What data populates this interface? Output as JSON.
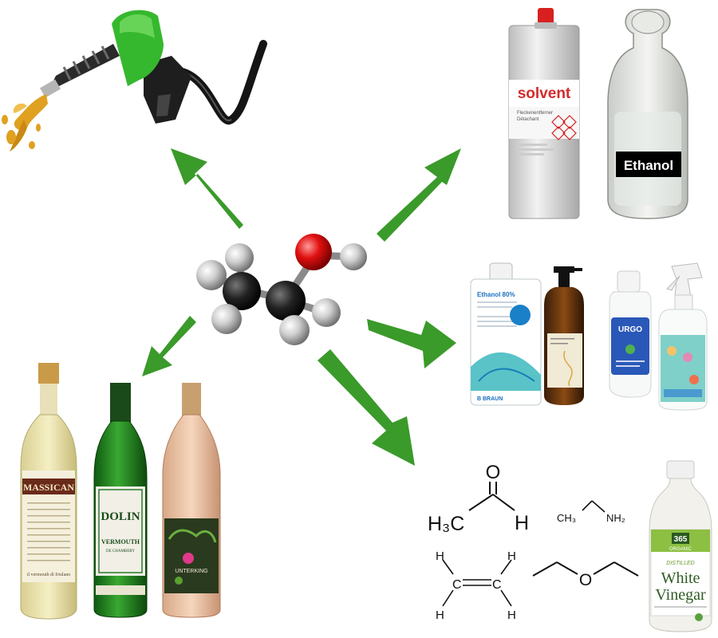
{
  "center": {
    "molecule": "ethanol-ball-and-stick"
  },
  "solvents": {
    "can_label": "solvent",
    "can_sub1": "Fleckenentferner",
    "can_sub2": "Détachant",
    "bottle_label": "Ethanol"
  },
  "sanitizers": {
    "bottle1_title": "Ethanol 80%",
    "bottle1_brand": "B BRAUN",
    "bottle3_brand": "URGO"
  },
  "chemicals": {
    "acetaldehyde": {
      "o": "O",
      "left": "H₃C",
      "right": "H"
    },
    "ethylamine": {
      "left": "CH₃",
      "right": "NH₂"
    },
    "ethylene": {
      "c1": "C",
      "c2": "C",
      "h": "H"
    },
    "ether": {
      "o": "O"
    },
    "vinegar": {
      "brand": "365",
      "organic": "ORGANIC",
      "distilled": "DISTILLED",
      "line1": "White",
      "line2": "Vinegar"
    }
  },
  "beverages": {
    "b1_label": "MASSICAN",
    "b1_foot": "il vermouth di friulano",
    "b2_label": "DOLIN",
    "b2_sub": "VERMOUTH",
    "b2_sub2": "DE CHAMBERY",
    "b3_label": "UNTERKING"
  },
  "colors": {
    "arrow": "#3a9a2a",
    "nozzle": "#35b82e",
    "fuel": "#e0a020"
  }
}
